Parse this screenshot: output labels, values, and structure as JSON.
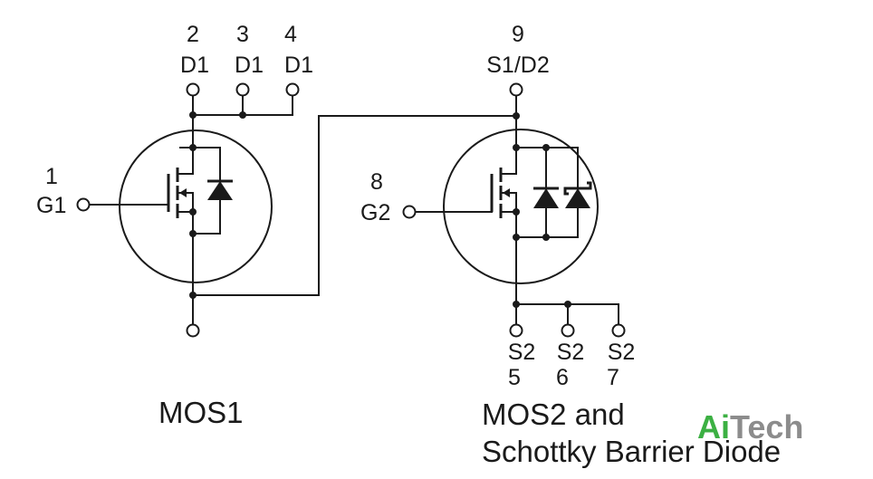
{
  "pins": {
    "p2": {
      "num": "2",
      "name": "D1"
    },
    "p3": {
      "num": "3",
      "name": "D1"
    },
    "p4": {
      "num": "4",
      "name": "D1"
    },
    "p1": {
      "num": "1",
      "name": "G1"
    },
    "p9": {
      "num": "9",
      "name": "S1/D2"
    },
    "p8": {
      "num": "8",
      "name": "G2"
    },
    "p5": {
      "num": "5",
      "name": "S2"
    },
    "p6": {
      "num": "6",
      "name": "S2"
    },
    "p7": {
      "num": "7",
      "name": "S2"
    }
  },
  "captions": {
    "mos1": "MOS1",
    "mos2_line1": "MOS2 and",
    "mos2_line2": "Schottky Barrier Diode"
  },
  "watermark": {
    "part1": "Ai",
    "part2": "Tech",
    "color1": "#3cb043",
    "color2": "#8c8c8c"
  }
}
